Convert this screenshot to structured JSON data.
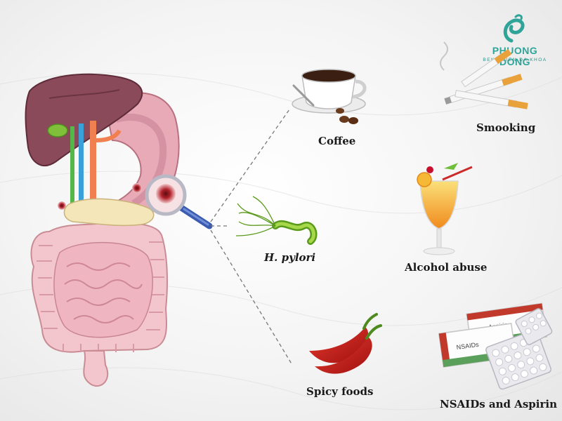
{
  "logo": {
    "name": "PHUONG DONG",
    "subtitle": "BENH VIEN DA KHOA",
    "name_color": "#2fa59a",
    "icon": "hospital-swirl-logo"
  },
  "factors": {
    "coffee": "Coffee",
    "smoking": "Smooking",
    "h_pylori": "H. pylori",
    "alcohol": "Alcohol abuse",
    "spicy": "Spicy foods",
    "nsaids": "NSAIDs and Aspirin"
  },
  "packaging": {
    "aspirin_box": "Aspirin",
    "nsaids_box": "NSAIDs"
  },
  "colors": {
    "liver": "#8a4a5a",
    "stomach": "#e9aab8",
    "ulcer": "#b0202a",
    "intestine": "#f2c6cc",
    "pancreas": "#f4e6b8",
    "lens_rim": "#3b5bb0",
    "pepper": "#cc1f1f",
    "cocktail": "#f5a623"
  }
}
